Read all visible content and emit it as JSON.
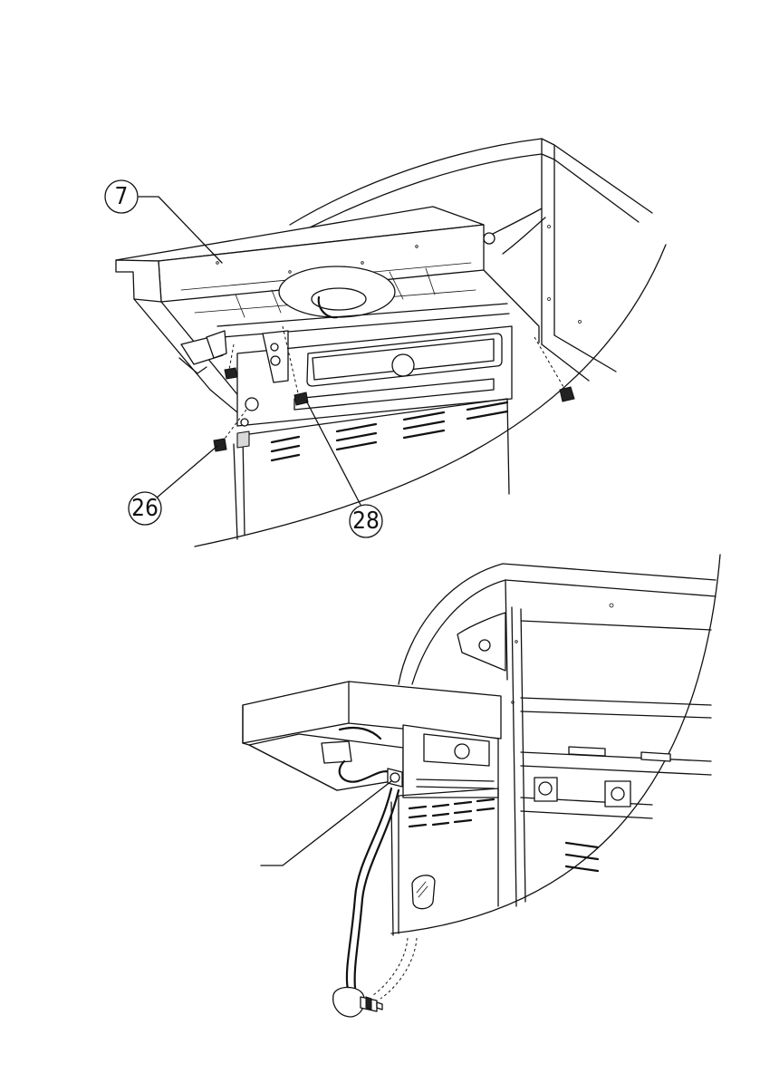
{
  "callouts": [
    {
      "id": "part-7",
      "label": "7"
    },
    {
      "id": "part-26",
      "label": "26"
    },
    {
      "id": "part-28",
      "label": "28"
    }
  ]
}
